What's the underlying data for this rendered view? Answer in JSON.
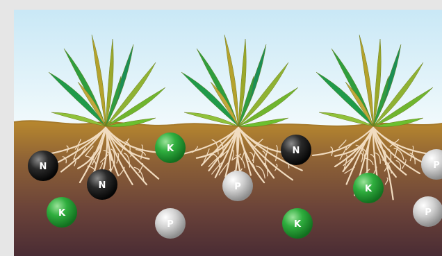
{
  "colors": {
    "page_background": "#e6e6e6",
    "sky_top": "#c9e8f6",
    "sky_bottom": "#f2fafc",
    "soil_top": "#b8882e",
    "soil_mid": "#7a4f3a",
    "soil_bottom": "#4a2c34",
    "root": "#f1dcc0",
    "nitrogen_ball": "#1a1a1a",
    "potassium_ball": "#2aa33a",
    "phosphorus_ball": "#bdbdbd"
  },
  "plants": [
    {
      "name": "plant-left"
    },
    {
      "name": "plant-middle"
    },
    {
      "name": "plant-right"
    }
  ],
  "nutrients": [
    {
      "label": "N",
      "kind": "nitrogen"
    },
    {
      "label": "K",
      "kind": "potassium"
    },
    {
      "label": "N",
      "kind": "nitrogen"
    },
    {
      "label": "K",
      "kind": "potassium"
    },
    {
      "label": "P",
      "kind": "phosphorus"
    },
    {
      "label": "P",
      "kind": "phosphorus"
    },
    {
      "label": "N",
      "kind": "nitrogen"
    },
    {
      "label": "K",
      "kind": "potassium"
    },
    {
      "label": "K",
      "kind": "potassium"
    },
    {
      "label": "P",
      "kind": "phosphorus"
    },
    {
      "label": "P",
      "kind": "phosphorus"
    }
  ]
}
